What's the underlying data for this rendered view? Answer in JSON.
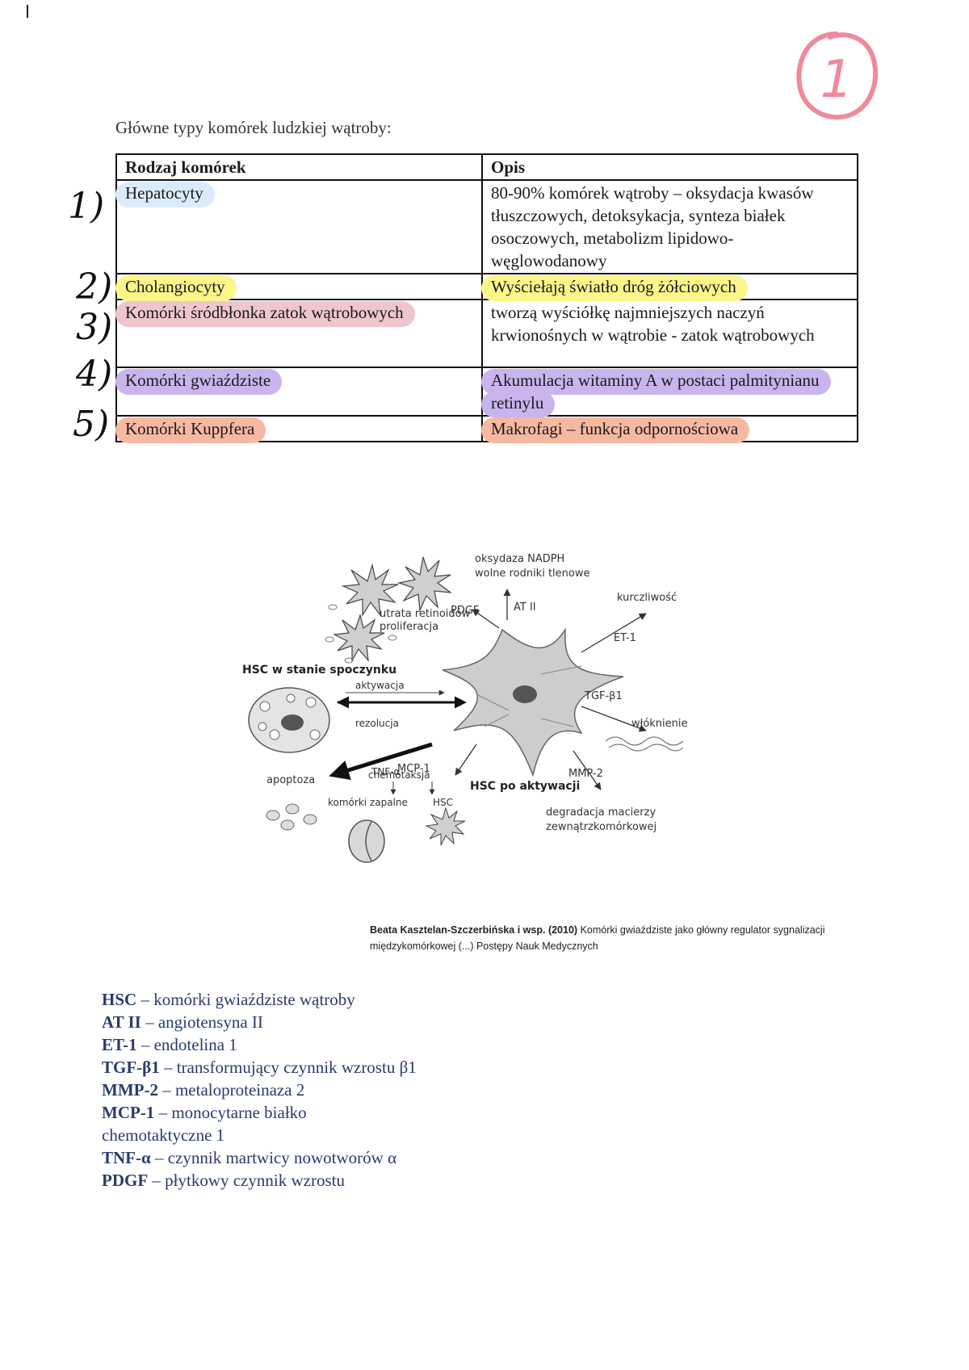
{
  "intro_text": "Główne typy komórek ludzkiej wątroby:",
  "circled_number": "1",
  "table": {
    "headers": [
      "Rodzaj komórek",
      "Opis"
    ],
    "rows": [
      {
        "marker": "1)",
        "type": "Hepatocyty",
        "description": "80-90% komórek wątroby – oksydacja kwasów tłuszczowych, detoksykacja, synteza białek osoczowych, metabolizm lipidowo-węglowodanowy",
        "highlight": "#dcebfb"
      },
      {
        "marker": "2)",
        "type": "Cholangiocyty",
        "description": "Wyściełają światło dróg żółciowych",
        "highlight": "#fbf58a"
      },
      {
        "marker": "3)",
        "type": "Komórki śródbłonka zatok wątrobowych",
        "description": "tworzą wyściółkę najmniejszych naczyń krwionośnych w wątrobie - zatok wątrobowych",
        "highlight": "#efc6cd"
      },
      {
        "marker": "4)",
        "type": "Komórki gwiaździste",
        "description": "Akumulacja witaminy A w postaci palmitynianu retinylu",
        "highlight": "#c9b4ee"
      },
      {
        "marker": "5)",
        "type": "Komórki Kuppfera",
        "description": "Makrofagi – funkcja odpornościowa",
        "highlight": "#f7b8a1"
      }
    ]
  },
  "figure": {
    "labels": {
      "retinoid_loss": "utrata retinoidów",
      "proliferation": "proliferacja",
      "resting_hsc": "HSC w stanie spoczynku",
      "activation": "aktywacja",
      "resolution": "rezolucja",
      "tnf": "TNF-α",
      "apoptosis": "apoptoza",
      "pdgf": "PDGF",
      "at2": "AT II",
      "nadph": "oksydaza NADPH",
      "radicals": "wolne rodniki tlenowe",
      "contractility": "kurczliwość",
      "et1": "ET-1",
      "tgf": "TGF-β1",
      "fibrosis": "włóknienie",
      "mcp1": "MCP-1",
      "activated_hsc": "HSC po aktywacji",
      "chemotaxis": "chemotaksja",
      "inflammatory_cells": "komórki zapalne",
      "hsc": "HSC",
      "mmp2": "MMP-2",
      "degradation_1": "degradacja macierzy",
      "degradation_2": "zewnątrzkomórkowej"
    }
  },
  "citation": {
    "authors": "Beata Kasztelan-Szczerbińska i wsp.",
    "year": "(2010)",
    "title_line1": "Komórki gwiaździste jako główny regulator sygnalizacji",
    "title_line2": "międzykomórkowej (...) Postępy Nauk Medycznych"
  },
  "legend": [
    {
      "abbr": "HSC",
      "text": " – komórki gwiaździste wątroby"
    },
    {
      "abbr": "AT II",
      "text": " – angiotensyna II"
    },
    {
      "abbr": "ET-1",
      "text": " – endotelina 1"
    },
    {
      "abbr": "TGF-β1",
      "text": " – transformujący czynnik wzrostu β1"
    },
    {
      "abbr": "MMP-2",
      "text": " – metaloproteinaza 2"
    },
    {
      "abbr": "MCP-1",
      "text": " – monocytarne białko chemotaktyczne 1"
    },
    {
      "abbr": "TNF-α",
      "text": " – czynnik martwicy nowotworów α"
    },
    {
      "abbr": "PDGF",
      "text": " – płytkowy czynnik wzrostu"
    }
  ],
  "colors": {
    "legend_text": "#2a3b6e",
    "circle_mark": "#ef8a9b"
  }
}
